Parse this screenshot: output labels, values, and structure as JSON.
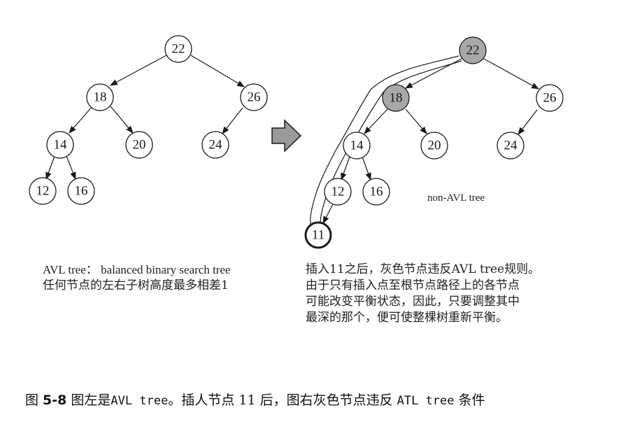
{
  "left_tree": {
    "nodes": [
      "22",
      "18",
      "26",
      "14",
      "20",
      "24",
      "12",
      "16"
    ],
    "caption_line1": "AVL tree： balanced binary search tree",
    "caption_line2": "任何节点的左右子树高度最多相差1"
  },
  "right_tree": {
    "nodes": [
      "22",
      "18",
      "26",
      "14",
      "20",
      "24",
      "12",
      "16",
      "11"
    ],
    "label": "non-AVL tree",
    "desc_lines": [
      "插入11之后，灰色节点违反AVL tree规则。",
      "由于只有插入点至根节点路径上的各节点",
      "可能改变平衡状态，因此，只要调整其中",
      "最深的那个，便可使整棵树重新平衡。"
    ]
  },
  "figure_caption": {
    "prefix": "图 ",
    "number": "5-8",
    "part1": " 图左是",
    "term1": "AVL tree",
    "part2": "。插人节点 11 后，图右灰色节点违反 ",
    "term2": "ATL tree",
    "part3": " 条件"
  },
  "colors": {
    "gray_node": "#a8a8a8",
    "stroke": "#1a1a1a"
  }
}
